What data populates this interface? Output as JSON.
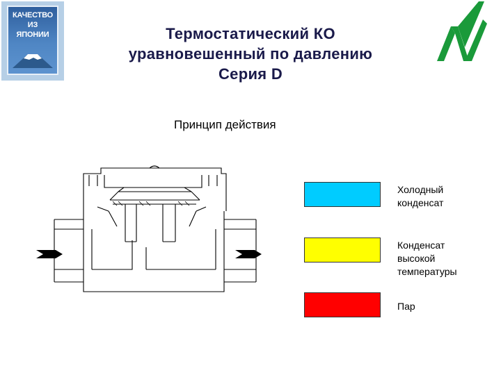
{
  "badge": {
    "line1": "КАЧЕСТВО",
    "line2": "ИЗ",
    "line3": "ЯПОНИИ"
  },
  "title": {
    "line1": "Термостатический КО",
    "line2": "уравновешенный по давлению",
    "line3": "Серия D"
  },
  "subtitle": "Принцип действия",
  "legend": [
    {
      "label": "Холодный\nконденсат",
      "color": "#00ccff"
    },
    {
      "label": "Конденсат\nвысокой\nтемпературы",
      "color": "#ffff00"
    },
    {
      "label": "Пар",
      "color": "#ff0000"
    }
  ],
  "logo_color": "#1a9a3a"
}
